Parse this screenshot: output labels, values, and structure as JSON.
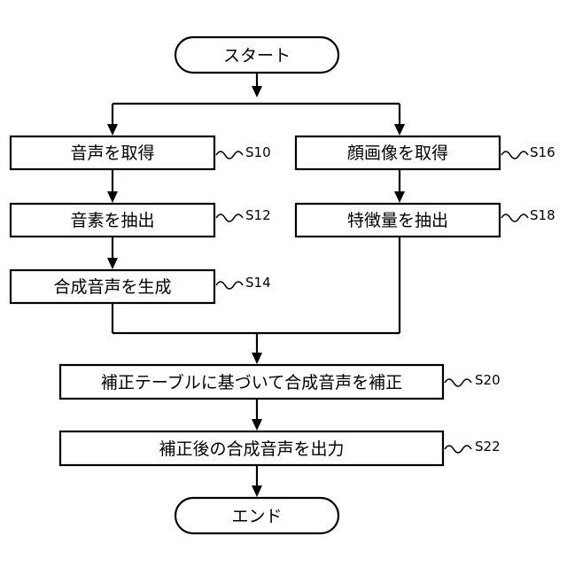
{
  "flowchart": {
    "terminals": {
      "start": "スタート",
      "end": "エンド"
    },
    "left_branch": [
      {
        "text": "音声を取得",
        "step": "S10"
      },
      {
        "text": "音素を抽出",
        "step": "S12"
      },
      {
        "text": "合成音声を生成",
        "step": "S14"
      }
    ],
    "right_branch": [
      {
        "text": "顔画像を取得",
        "step": "S16"
      },
      {
        "text": "特徴量を抽出",
        "step": "S18"
      }
    ],
    "merged": [
      {
        "text": "補正テーブルに基づいて合成音声を補正",
        "step": "S20"
      },
      {
        "text": "補正後の合成音声を出力",
        "step": "S22"
      }
    ]
  }
}
